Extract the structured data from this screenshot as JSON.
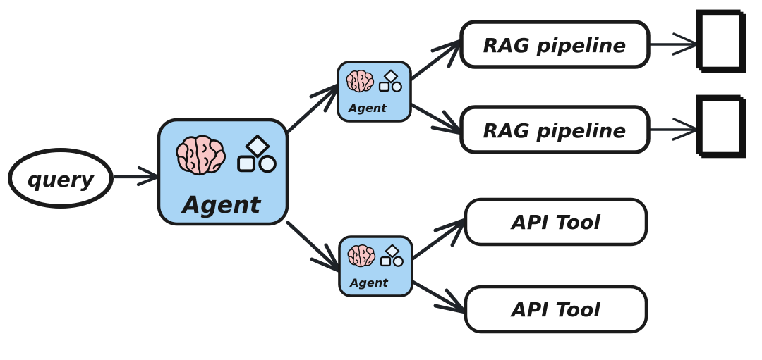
{
  "diagram": {
    "title": "Hierarchical multi-agent routing diagram",
    "background_color": "#ffffff",
    "ink_color": "#1f2328",
    "agent_fill": "#a9d5f5",
    "agent_stroke": "#1b1b1b",
    "brain_fill": "#f7c6c6",
    "shape_fill": "#e8f4fd",
    "doc_fill": "#ffffff"
  },
  "nodes": {
    "query": {
      "label": "query",
      "shape": "ellipse"
    },
    "root_agent": {
      "label": "Agent",
      "shape": "rounded-rect",
      "icons": [
        "brain-icon",
        "shapes-icon"
      ]
    },
    "rag_agent": {
      "label": "Agent",
      "shape": "rounded-rect",
      "icons": [
        "brain-icon",
        "shapes-icon"
      ]
    },
    "api_agent": {
      "label": "Agent",
      "shape": "rounded-rect",
      "icons": [
        "brain-icon",
        "shapes-icon"
      ]
    },
    "rag_pipeline_1": {
      "label": "RAG pipeline",
      "shape": "rounded-rect"
    },
    "rag_pipeline_2": {
      "label": "RAG pipeline",
      "shape": "rounded-rect"
    },
    "api_tool_1": {
      "label": "API Tool",
      "shape": "rounded-rect"
    },
    "api_tool_2": {
      "label": "API Tool",
      "shape": "rounded-rect"
    },
    "documents_1": {
      "label": "",
      "shape": "document-stack",
      "icon": "documents-icon"
    },
    "documents_2": {
      "label": "",
      "shape": "document-stack",
      "icon": "documents-icon"
    }
  },
  "edges": [
    {
      "from": "query",
      "to": "root_agent"
    },
    {
      "from": "root_agent",
      "to": "rag_agent"
    },
    {
      "from": "root_agent",
      "to": "api_agent"
    },
    {
      "from": "rag_agent",
      "to": "rag_pipeline_1"
    },
    {
      "from": "rag_agent",
      "to": "rag_pipeline_2"
    },
    {
      "from": "rag_pipeline_1",
      "to": "documents_1"
    },
    {
      "from": "rag_pipeline_2",
      "to": "documents_2"
    },
    {
      "from": "api_agent",
      "to": "api_tool_1"
    },
    {
      "from": "api_agent",
      "to": "api_tool_2"
    }
  ]
}
